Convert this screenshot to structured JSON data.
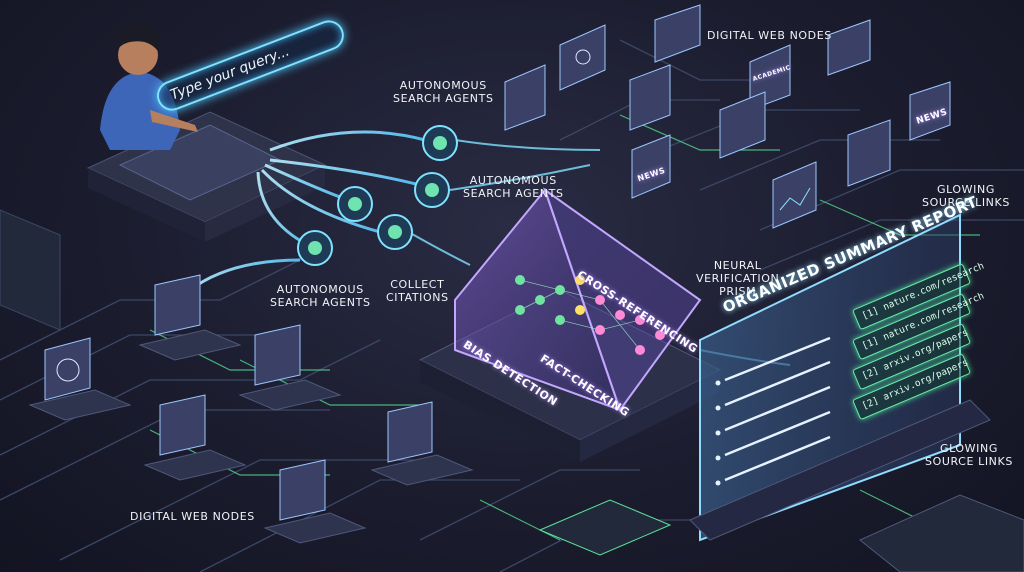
{
  "query": {
    "placeholder": "Type your query..."
  },
  "labels": {
    "digital_web_nodes_top": "DIGITAL WEB NODES",
    "digital_web_nodes_bottom": "DIGITAL WEB NODES",
    "agents_top": [
      "AUTONOMOUS",
      "SEARCH AGENTS"
    ],
    "agents_mid": [
      "AUTONOMOUS",
      "SEARCH AGENTS"
    ],
    "agents_low": [
      "AUTONOMOUS",
      "SEARCH AGENTS"
    ],
    "collect": [
      "COLLECT",
      "CITATIONS"
    ],
    "prism": [
      "NEURAL",
      "VERIFICATION",
      "PRISM"
    ],
    "glow_top": [
      "GLOWING",
      "SOURCE LINKS"
    ],
    "glow_bottom": [
      "GLOWING",
      "SOURCE LINKS"
    ]
  },
  "prism": {
    "cross_referencing": "CROSS-REFERENCING",
    "bias_detection": "BIAS DETECTION",
    "fact_checking": "FACT-CHECKING"
  },
  "report": {
    "title": "ORGANIZED SUMMARY REPORT",
    "links": [
      "[1] nature.com/research",
      "[1] nature.com/research",
      "[2] arxiv.org/papers",
      "[2] arxiv.org/papers"
    ]
  },
  "screen_texts": {
    "news_a": "NEWS",
    "news_b": "NEWS",
    "academic": "ACADEMIC"
  },
  "colors": {
    "cyan": "#5fd6ff",
    "green": "#59e59a",
    "purple": "#a77bff",
    "pink": "#ff86d6"
  }
}
